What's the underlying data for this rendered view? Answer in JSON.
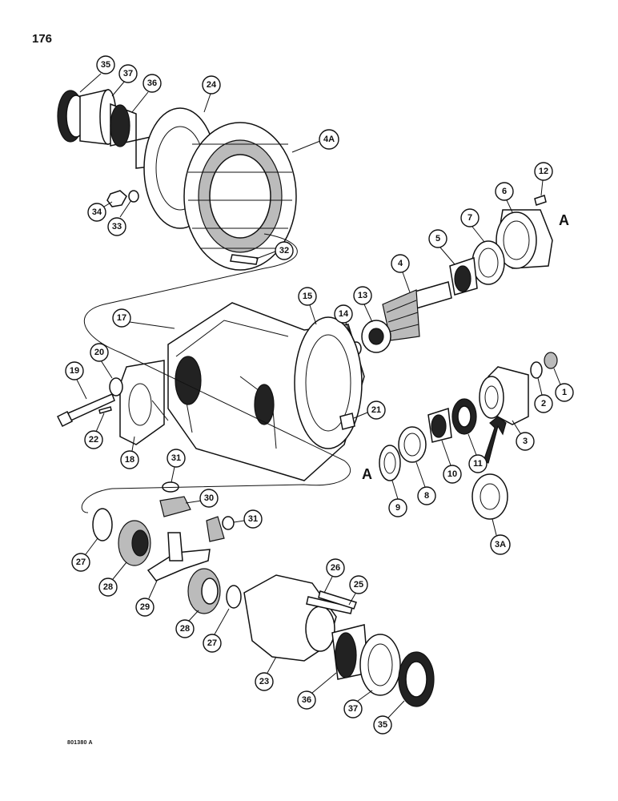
{
  "page_number": "176",
  "figure_code": "801380 A",
  "reference_letter": "A",
  "callouts": {
    "c35a": "35",
    "c37a": "37",
    "c36a": "36",
    "c24": "24",
    "c4A": "4A",
    "c34": "34",
    "c33": "33",
    "c32": "32",
    "c12": "12",
    "c6": "6",
    "c7": "7",
    "c5": "5",
    "c4": "4",
    "c13": "13",
    "c14": "14",
    "c15": "15",
    "c17": "17",
    "c20": "20",
    "c19": "19",
    "c22": "22",
    "c18": "18",
    "c21": "21",
    "c1": "1",
    "c2": "2",
    "c3": "3",
    "c11": "11",
    "c10": "10",
    "c8": "8",
    "c9": "9",
    "c3A": "3A",
    "c31a": "31",
    "c30": "30",
    "c31b": "31",
    "c27a": "27",
    "c28a": "28",
    "c29": "29",
    "c28b": "28",
    "c27b": "27",
    "c26": "26",
    "c25": "25",
    "c23": "23",
    "c36b": "36",
    "c37b": "37",
    "c35b": "35"
  }
}
